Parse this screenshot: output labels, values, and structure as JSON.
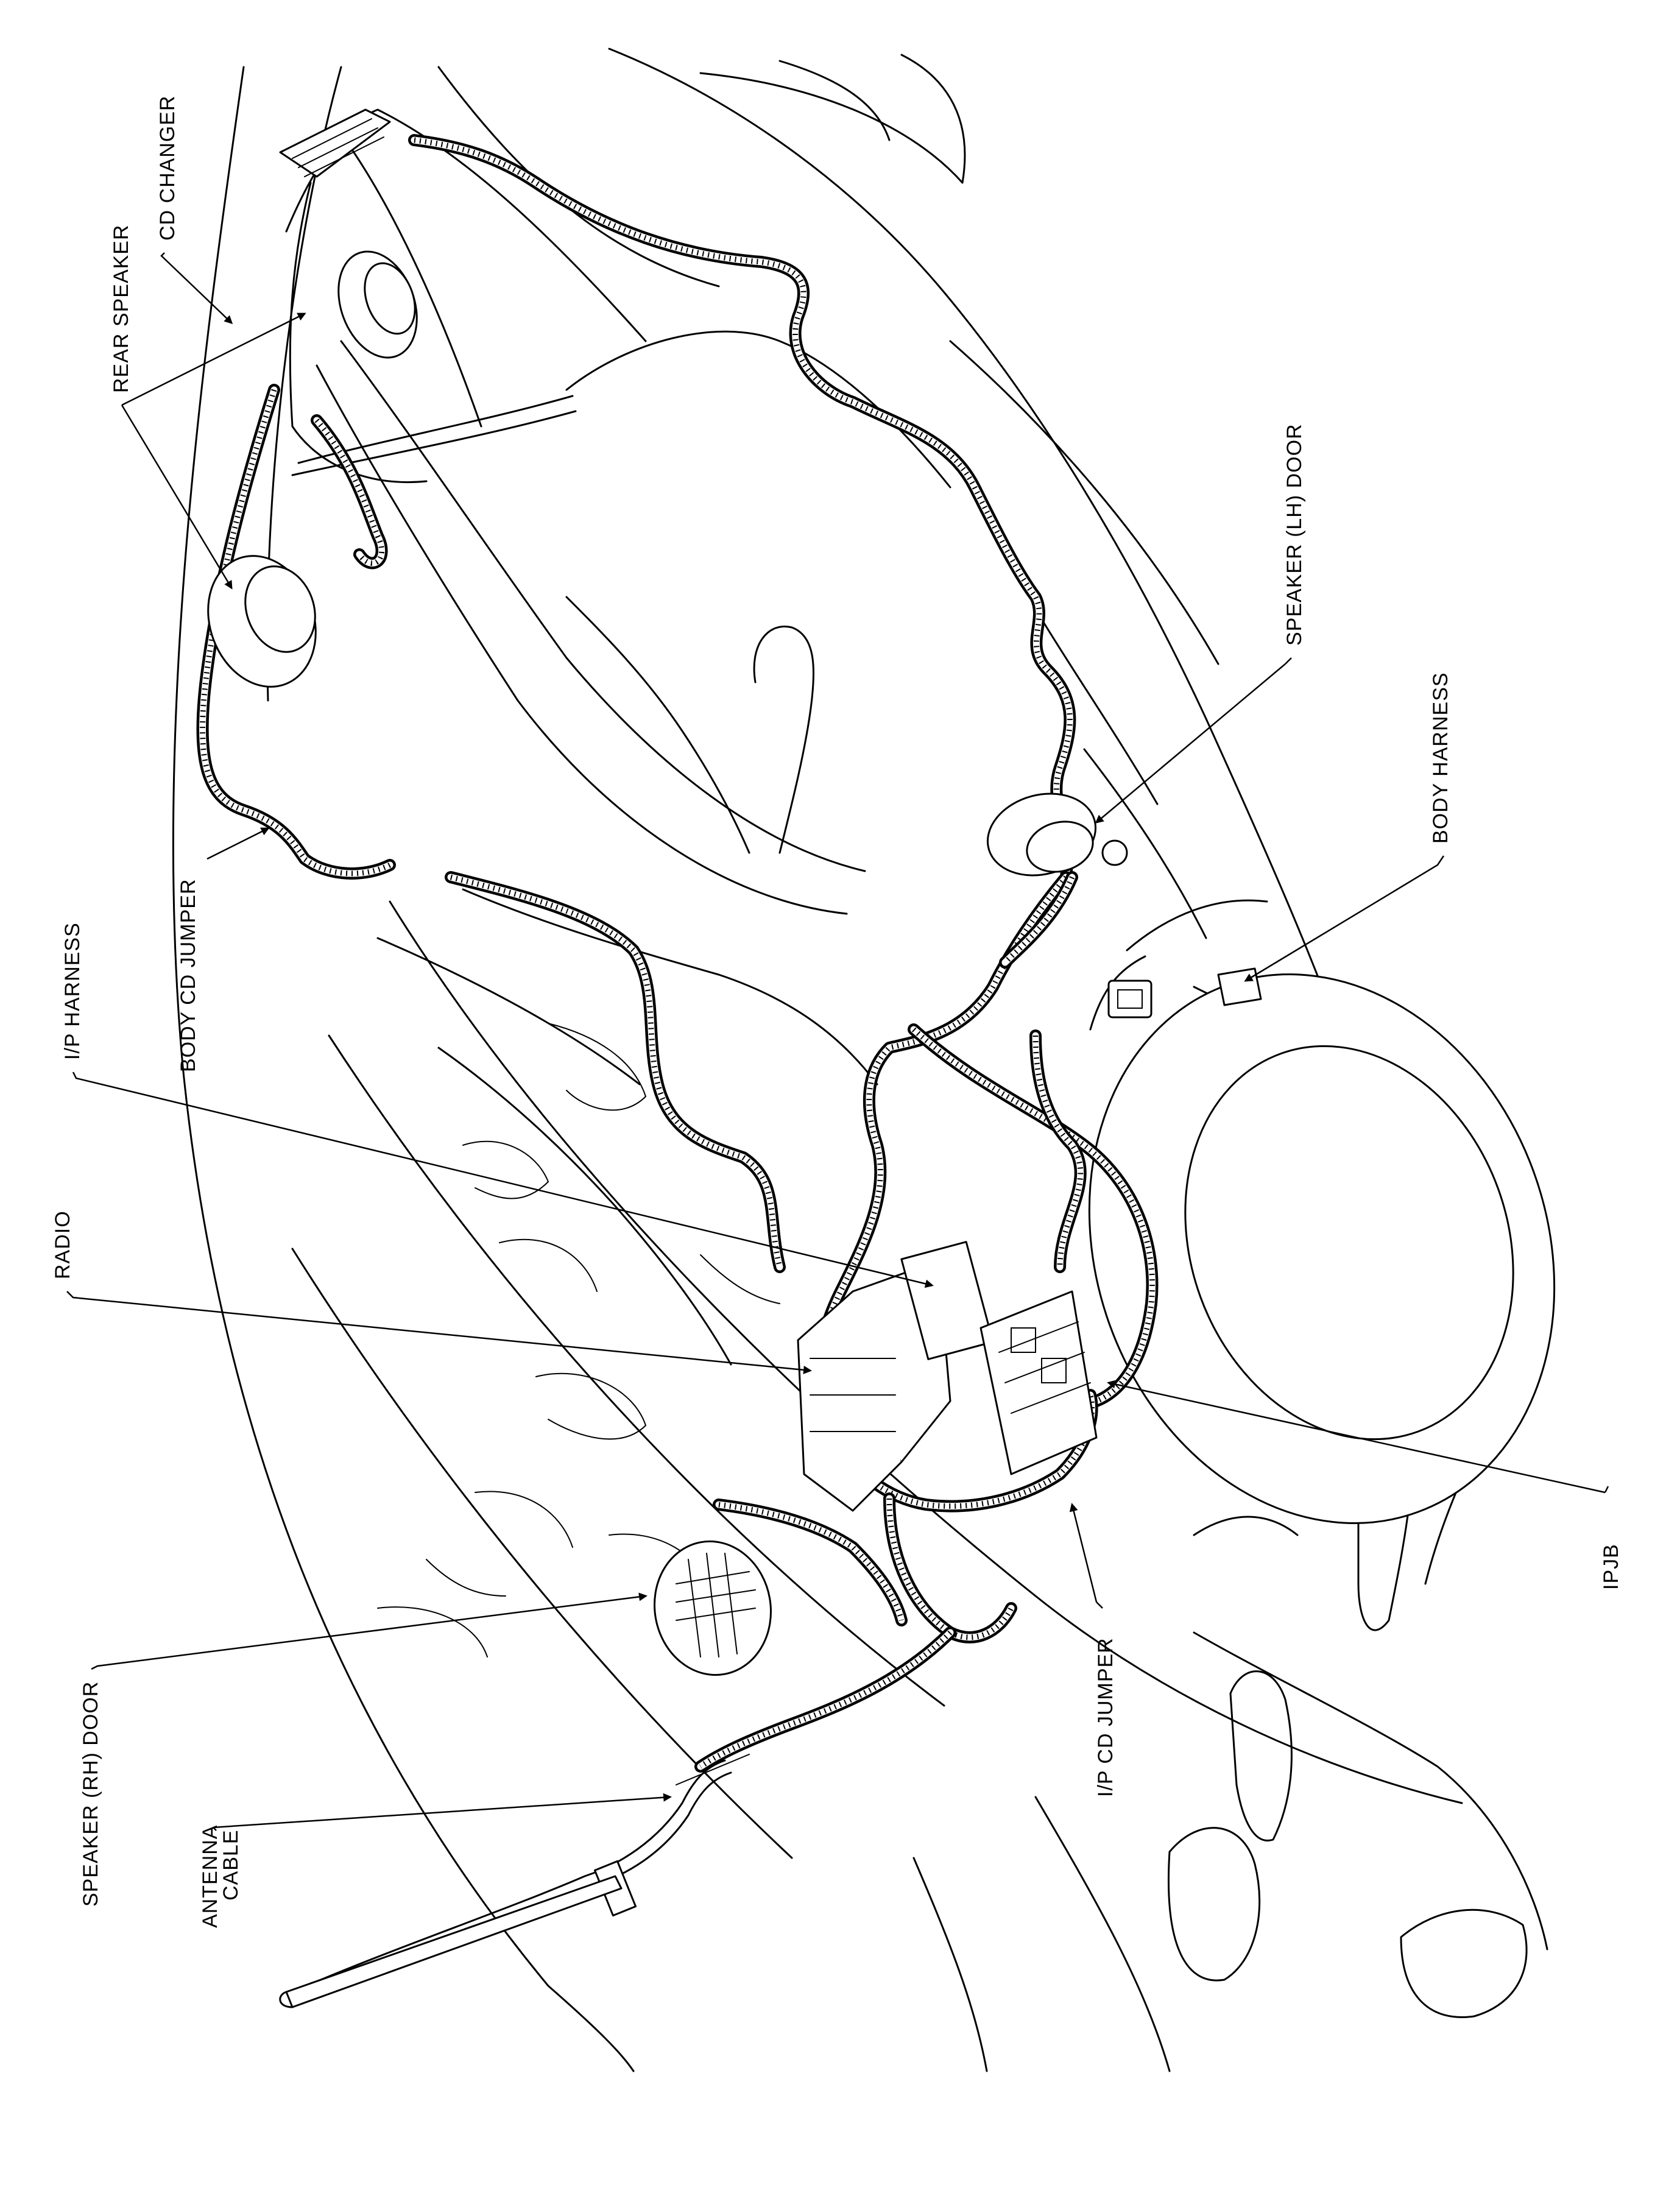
{
  "diagram": {
    "callouts": {
      "cd_changer": "CD CHANGER",
      "rear_speaker": "REAR SPEAKER",
      "speaker_lh_door": "SPEAKER (LH) DOOR",
      "body_harness": "BODY HARNESS",
      "body_cd_jumper": "BODY CD JUMPER",
      "ip_harness": "I/P HARNESS",
      "radio": "RADIO",
      "ipjb": "IPJB",
      "ip_cd_jumper": "I/P CD JUMPER",
      "speaker_rh_door": "SPEAKER (RH) DOOR",
      "antenna_cable_line1": "ANTENNA",
      "antenna_cable_line2": "CABLE"
    },
    "colors": {
      "ink": "#000000",
      "paper": "#ffffff"
    }
  }
}
